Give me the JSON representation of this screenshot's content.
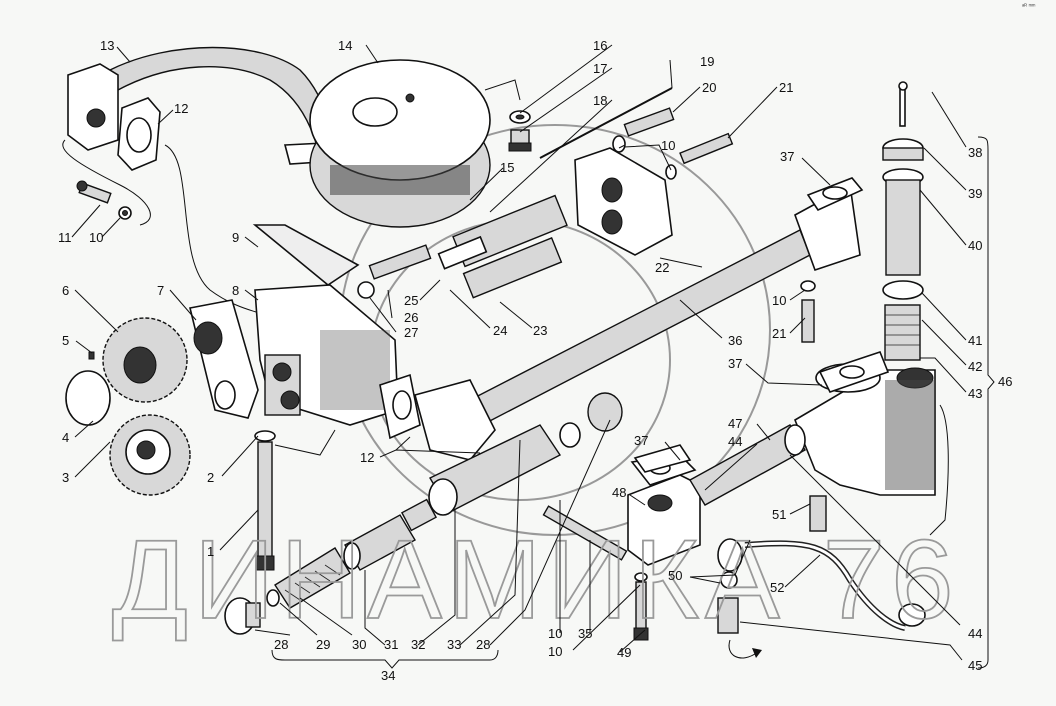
{
  "diagram": {
    "title": "Oil pump assembly — exploded view",
    "watermark": "ДИНАМИКА 76",
    "corner_mark": "ᵃᴿ ᵐᵐ",
    "callouts": {
      "c1": "1",
      "c2": "2",
      "c3": "3",
      "c4": "4",
      "c5": "5",
      "c6": "6",
      "c7": "7",
      "c8": "8",
      "c9": "9",
      "c10a": "10",
      "c10b": "10",
      "c10c": "10",
      "c10d": "10",
      "c10e": "10",
      "c11": "11",
      "c12a": "12",
      "c12b": "12",
      "c13": "13",
      "c14": "14",
      "c15": "15",
      "c16": "16",
      "c17": "17",
      "c18": "18",
      "c19": "19",
      "c20": "20",
      "c21a": "21",
      "c21b": "21",
      "c22": "22",
      "c23": "23",
      "c24": "24",
      "c25": "25",
      "c26": "26",
      "c27": "27",
      "c28a": "28",
      "c28b": "28",
      "c29": "29",
      "c30": "30",
      "c31": "31",
      "c32": "32",
      "c33": "33",
      "c34": "34",
      "c35": "35",
      "c36": "36",
      "c37a": "37",
      "c37b": "37",
      "c37c": "37",
      "c38": "38",
      "c39": "39",
      "c40": "40",
      "c41": "41",
      "c42": "42",
      "c43": "43",
      "c44a": "44",
      "c44b": "44",
      "c45": "45",
      "c46": "46",
      "c47": "47",
      "c48": "48",
      "c49": "49",
      "c50": "50",
      "c51": "51",
      "c52": "52"
    }
  }
}
